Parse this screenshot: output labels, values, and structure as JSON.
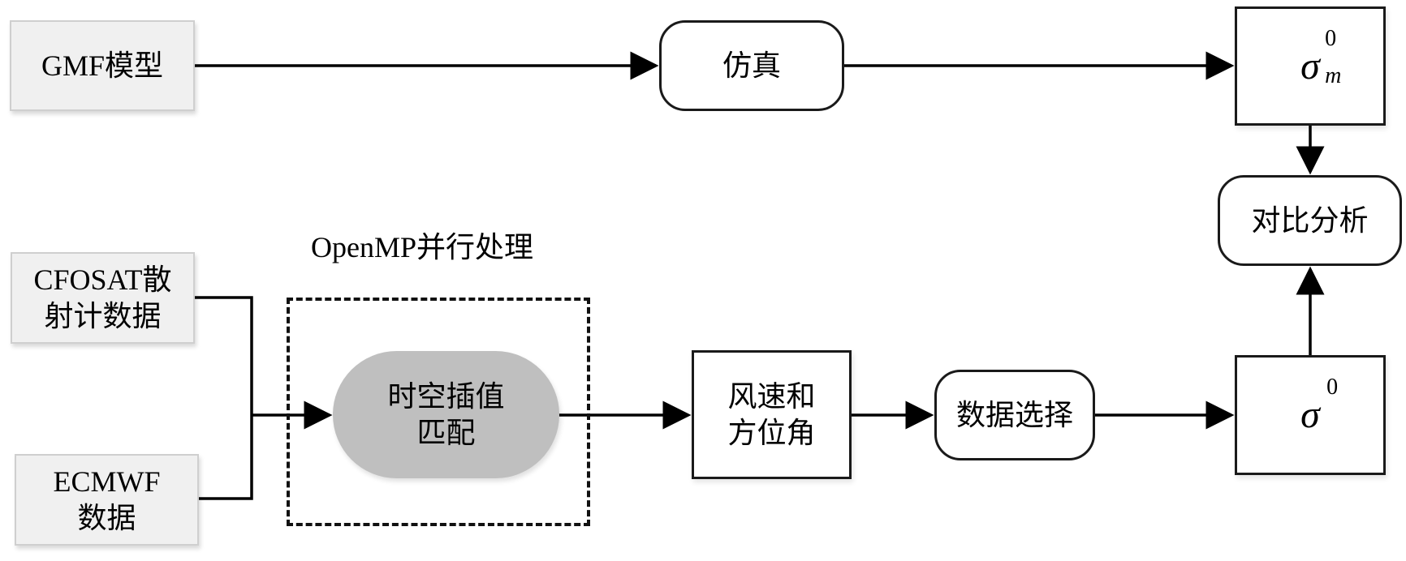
{
  "diagram": {
    "nodes": {
      "gmf_model": {
        "label": "GMF模型"
      },
      "simulation": {
        "label": "仿真"
      },
      "sigma_m": {
        "symbol": "σ",
        "superscript": "0",
        "subscript": "m"
      },
      "comparison": {
        "label": "对比分析"
      },
      "cfosat": {
        "line1": "CFOSAT散",
        "line2": "射计数据"
      },
      "ecmwf": {
        "line1": "ECMWF",
        "line2": "数据"
      },
      "interpolation": {
        "line1": "时空插值",
        "line2": "匹配"
      },
      "wind": {
        "line1": "风速和",
        "line2": "方位角"
      },
      "selection": {
        "label": "数据选择"
      },
      "sigma": {
        "symbol": "σ",
        "superscript": "0"
      }
    },
    "group": {
      "label": "OpenMP并行处理"
    },
    "edges": [
      {
        "from": "GMF模型",
        "to": "仿真"
      },
      {
        "from": "仿真",
        "to": "σm0"
      },
      {
        "from": "σm0",
        "to": "对比分析"
      },
      {
        "from": "CFOSAT散射计数据",
        "to": "时空插值匹配"
      },
      {
        "from": "ECMWF数据",
        "to": "时空插值匹配"
      },
      {
        "from": "时空插值匹配",
        "to": "风速和方位角"
      },
      {
        "from": "风速和方位角",
        "to": "数据选择"
      },
      {
        "from": "数据选择",
        "to": "σ0"
      },
      {
        "from": "σ0",
        "to": "对比分析"
      }
    ]
  }
}
